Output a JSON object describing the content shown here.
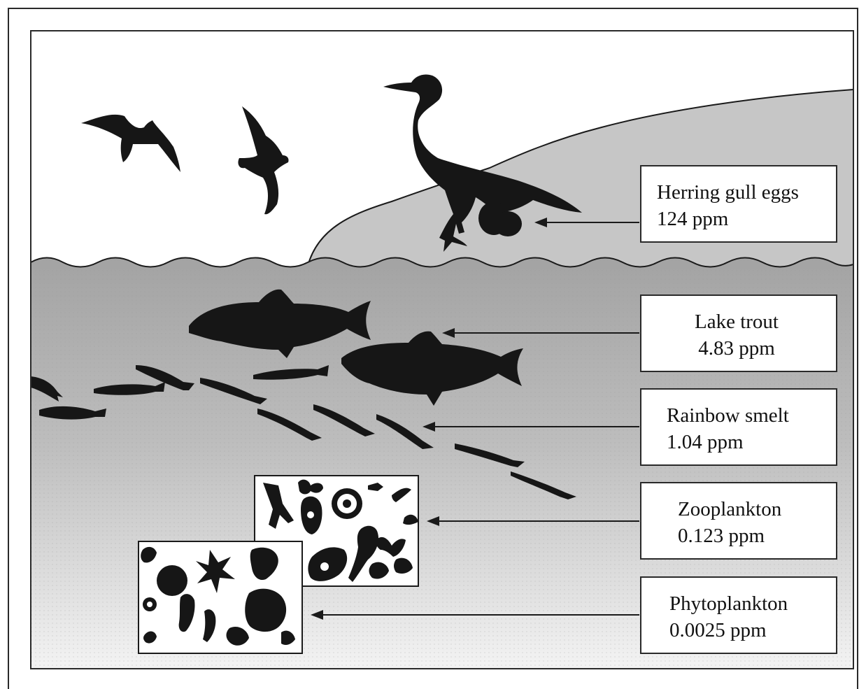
{
  "labels": [
    {
      "id": "gull",
      "name": "Herring gull eggs",
      "value": "124 ppm"
    },
    {
      "id": "trout",
      "name": "Lake trout",
      "value": "4.83 ppm"
    },
    {
      "id": "smelt",
      "name": "Rainbow smelt",
      "value": "1.04 ppm"
    },
    {
      "id": "zoo",
      "name": "Zooplankton",
      "value": "0.123 ppm"
    },
    {
      "id": "phyto",
      "name": "Phytoplankton",
      "value": "0.0025 ppm"
    }
  ],
  "colors": {
    "silhouette": "#161616",
    "water_top": "#a6a6a6",
    "water_bottom": "#f2f2f2",
    "land": "#c4c4c4",
    "sky": "#ffffff",
    "frame": "#2a2a2a"
  }
}
